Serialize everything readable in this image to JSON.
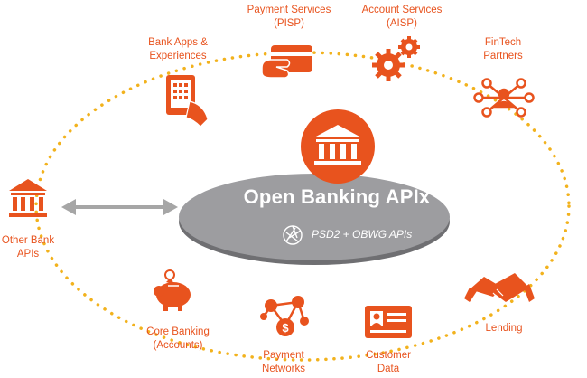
{
  "hub": {
    "title": "Open Banking APIx",
    "subtitle": "PSD2 + OBWG APIs"
  },
  "nodes": {
    "payment_services": [
      "Payment Services",
      "(PISP)"
    ],
    "account_services": [
      "Account Services",
      "(AISP)"
    ],
    "bank_apps": [
      "Bank Apps &",
      "Experiences"
    ],
    "fintech": [
      "FinTech",
      "Partners"
    ],
    "other_bank": [
      "Other Bank",
      "APIs"
    ],
    "lending": [
      "Lending"
    ],
    "core_banking": [
      "Core Banking",
      "(Accounts)"
    ],
    "payment_networks": [
      "Payment",
      "Networks"
    ],
    "customer_data": [
      "Customer",
      "Data"
    ]
  },
  "colors": {
    "accent": "#e8531e",
    "hub_ellipse": "#9d9da0",
    "arrow": "#a6a6a6",
    "dots": "#f2b21d"
  },
  "icons": {
    "hub": "bank-building-icon",
    "payment_services": "card-payment-icon",
    "account_services": "gears-icon",
    "bank_apps": "tablet-hand-icon",
    "fintech": "network-person-icon",
    "other_bank": "bank-building-icon",
    "lending": "handshake-icon",
    "core_banking": "piggy-bank-icon",
    "payment_networks": "network-dollar-icon",
    "customer_data": "id-card-icon",
    "subtitle": "shutter-icon"
  }
}
